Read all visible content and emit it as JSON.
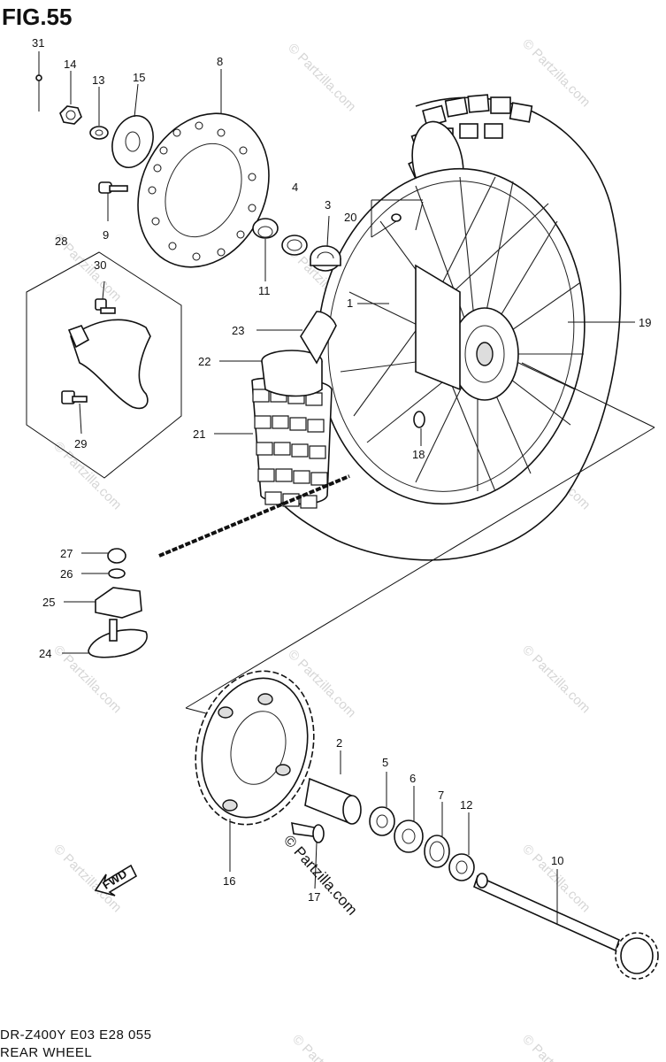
{
  "figure": {
    "title": "FIG.55",
    "model_line": "DR-Z400Y  E03  E28   055",
    "section_name": "REAR WHEEL",
    "direction_label": "FWD"
  },
  "watermark": {
    "text": "© Partzilla.com"
  },
  "callouts": [
    "1",
    "2",
    "3",
    "4",
    "5",
    "6",
    "7",
    "8",
    "9",
    "10",
    "11",
    "12",
    "13",
    "14",
    "15",
    "16",
    "17",
    "18",
    "19",
    "20",
    "21",
    "22",
    "23",
    "24",
    "25",
    "26",
    "27",
    "28",
    "29",
    "30",
    "31"
  ],
  "colors": {
    "ink": "#111111",
    "watermark": "#d6d6d6",
    "background": "#ffffff"
  }
}
